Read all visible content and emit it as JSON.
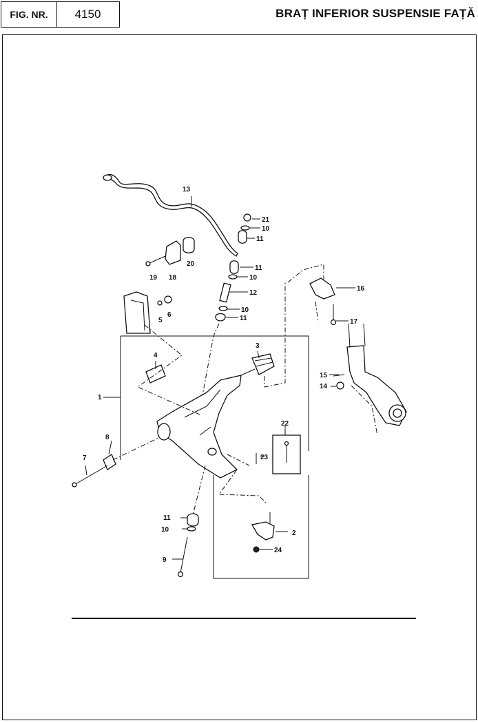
{
  "header": {
    "fig_label": "FIG. NR.",
    "fig_number": "4150",
    "title": "BRAȚ INFERIOR SUSPENSIE FAȚĂ"
  },
  "callouts": [
    "1",
    "2",
    "3",
    "4",
    "5",
    "6",
    "7",
    "8",
    "9",
    "10",
    "10",
    "10",
    "10",
    "11",
    "11",
    "11",
    "11",
    "12",
    "13",
    "14",
    "15",
    "16",
    "17",
    "18",
    "19",
    "20",
    "21",
    "22",
    "23",
    "24"
  ]
}
